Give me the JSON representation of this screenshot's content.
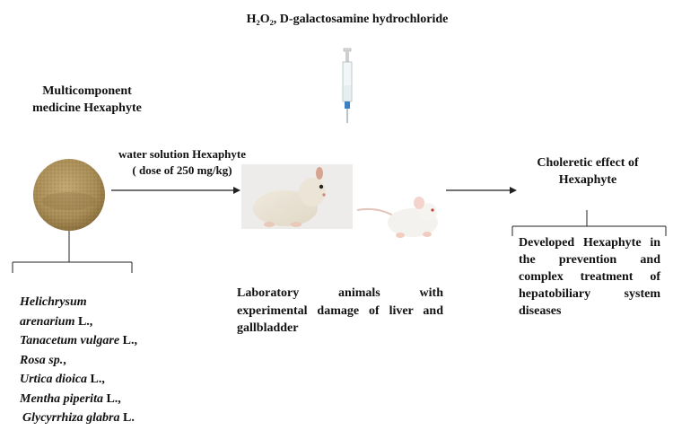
{
  "reagent_label": "H₂O₂, D-galactosamine hydrochloride",
  "medicine_title": [
    "Multicomponent",
    "medicine Hexaphyte"
  ],
  "arrow1_label": [
    "water solution Hexaphyte",
    "( dose of 250 mg/kg)"
  ],
  "animals_caption": "Laboratory animals with experimental damage of liver and gallbladder",
  "effect_title": [
    "Choleretic effect of",
    "Hexaphyte"
  ],
  "outcome_text": "Developed Hexaphyte in the prevention and complex treatment of hepatobiliary system diseases",
  "plants": [
    {
      "latin": "Helichrysum",
      "suffix": ""
    },
    {
      "latin": "arenarium",
      "suffix": " L.,"
    },
    {
      "latin": "Tanacetum vulgare",
      "suffix": " L.,"
    },
    {
      "latin": "Rosa sp.",
      "suffix": ","
    },
    {
      "latin": "Urtica dioica",
      "suffix": " L.,"
    },
    {
      "latin": "Mentha piperita",
      "suffix": " L.,"
    },
    {
      "latin": "Glycyrrhiza glabra",
      "suffix": " L."
    }
  ],
  "colors": {
    "powder": "#a88c55",
    "syringe_needle": "#3b7fc4",
    "line": "#222222"
  }
}
